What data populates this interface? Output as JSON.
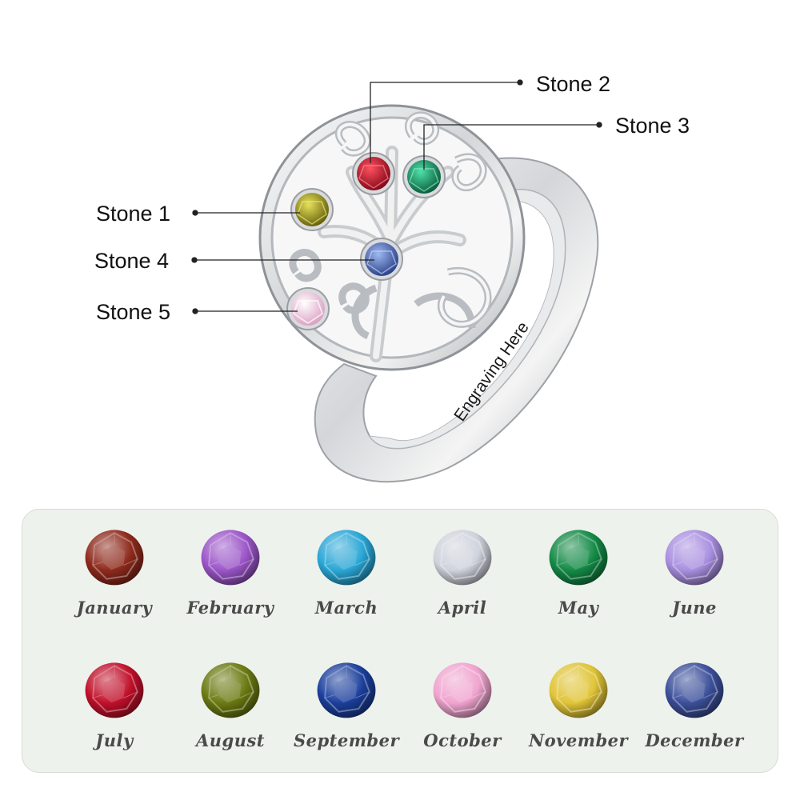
{
  "callouts": {
    "stone1": "Stone 1",
    "stone2": "Stone 2",
    "stone3": "Stone 3",
    "stone4": "Stone 4",
    "stone5": "Stone 5"
  },
  "engraving": "Engraving Here",
  "birthstones": [
    {
      "month": "January",
      "color": "#8e2a1c",
      "shape": "round"
    },
    {
      "month": "February",
      "color": "#9b55c8",
      "shape": "round"
    },
    {
      "month": "March",
      "color": "#2aa7d6",
      "shape": "round"
    },
    {
      "month": "April",
      "color": "#cfd3dc",
      "shape": "round"
    },
    {
      "month": "May",
      "color": "#148a46",
      "shape": "round"
    },
    {
      "month": "June",
      "color": "#a98fe0",
      "shape": "round"
    },
    {
      "month": "July",
      "color": "#c0102a",
      "shape": "round"
    },
    {
      "month": "August",
      "color": "#6b7a12",
      "shape": "round"
    },
    {
      "month": "September",
      "color": "#1b3f9c",
      "shape": "round"
    },
    {
      "month": "October",
      "color": "#f0a4cf",
      "shape": "round"
    },
    {
      "month": "November",
      "color": "#e0c437",
      "shape": "round"
    },
    {
      "month": "December",
      "color": "#3c4f9a",
      "shape": "round"
    }
  ],
  "ring_stones": {
    "stone1": "#a9a31c",
    "stone2": "#c21e2e",
    "stone3": "#129a68",
    "stone4": "#4f69b6",
    "stone5": "#efc7dc"
  }
}
